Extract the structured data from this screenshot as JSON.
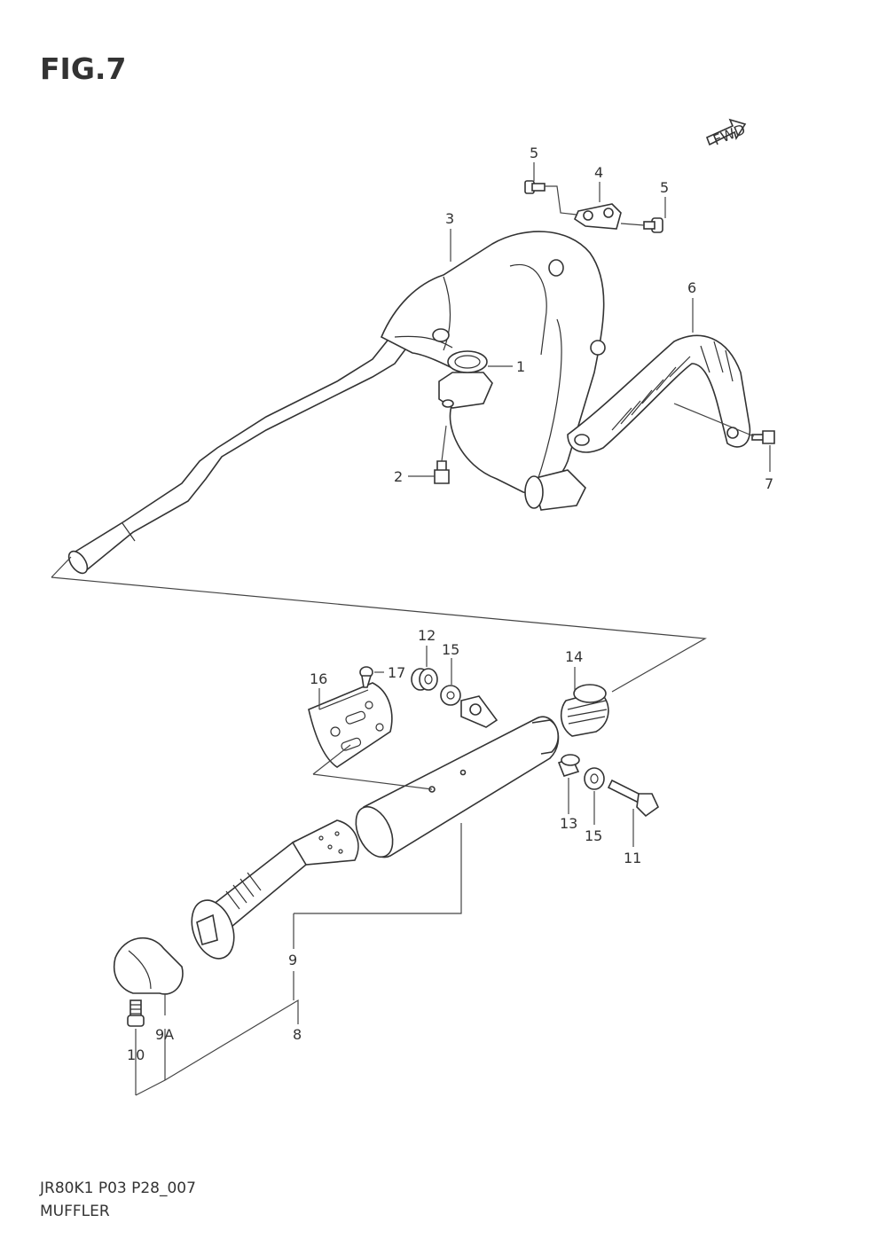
{
  "header": {
    "figure_title": "FIG.7"
  },
  "footer": {
    "model_code": "JR80K1 P03 P28_007",
    "section_name": "MUFFLER"
  },
  "fwd_badge": "FWD",
  "callouts": {
    "c1": "1",
    "c2": "2",
    "c3": "3",
    "c4": "4",
    "c5a": "5",
    "c5b": "5",
    "c6": "6",
    "c7": "7",
    "c8": "8",
    "c9": "9",
    "c9a": "9A",
    "c10": "10",
    "c11": "11",
    "c12": "12",
    "c13": "13",
    "c14": "14",
    "c15a": "15",
    "c15b": "15",
    "c16": "16",
    "c17": "17"
  }
}
